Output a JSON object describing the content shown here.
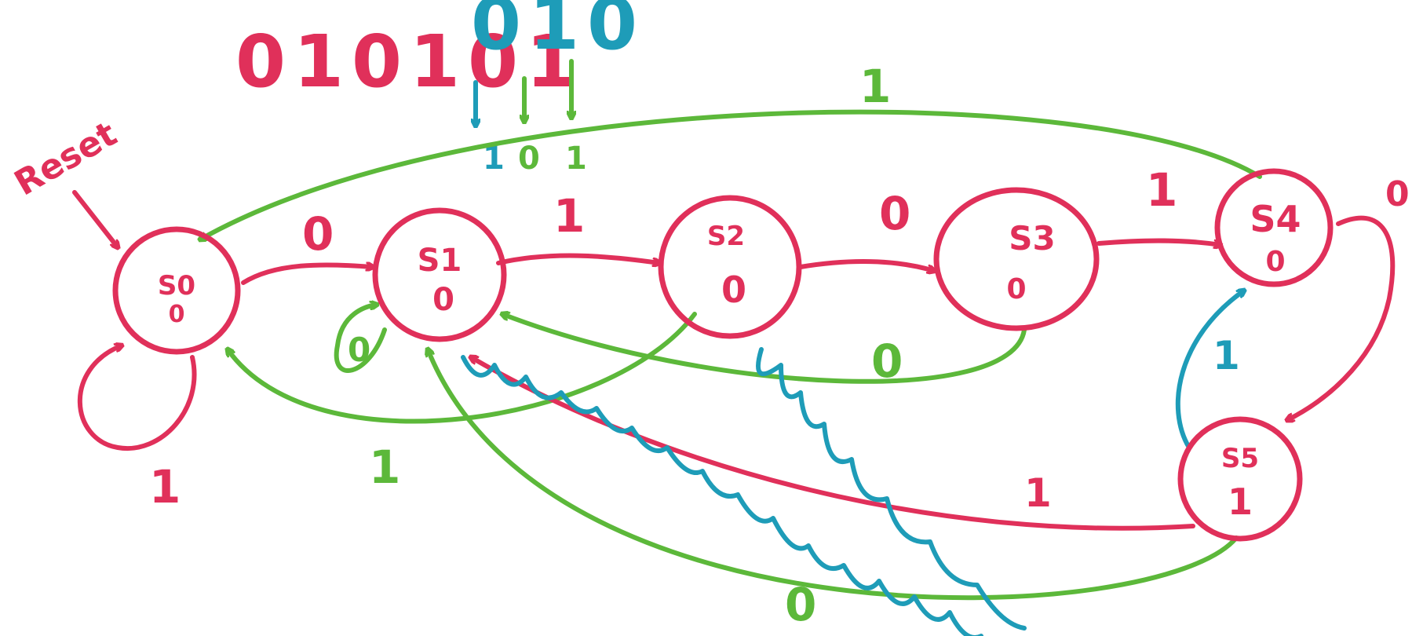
{
  "colors": {
    "red": "#e0305a",
    "green": "#5cb83a",
    "teal": "#1e9cb8"
  },
  "sequence": {
    "red_part": "010101",
    "teal_part": "010",
    "below": [
      "1",
      "0",
      "1"
    ]
  },
  "reset_label": "Reset",
  "states": [
    {
      "id": "s0",
      "name": "S0",
      "output": "0"
    },
    {
      "id": "s1",
      "name": "S1",
      "output": "0"
    },
    {
      "id": "s2",
      "name": "S2",
      "output": "0"
    },
    {
      "id": "s3",
      "name": "S3",
      "output": "0"
    },
    {
      "id": "s4",
      "name": "S4",
      "output": "0"
    },
    {
      "id": "s5",
      "name": "S5",
      "output": "1"
    }
  ],
  "transitions": {
    "s0_s0": "1",
    "s0_s1": "0",
    "s1_s1": "0",
    "s1_s2": "1",
    "s2_s3": "0",
    "s3_s4": "1",
    "s4_s5": "0",
    "s4_s0": "1",
    "s2_s0": "1",
    "s3_s1": "0",
    "s5_s1_bottom": "0",
    "s5_s1_red": "1",
    "s5_s4": "1"
  }
}
